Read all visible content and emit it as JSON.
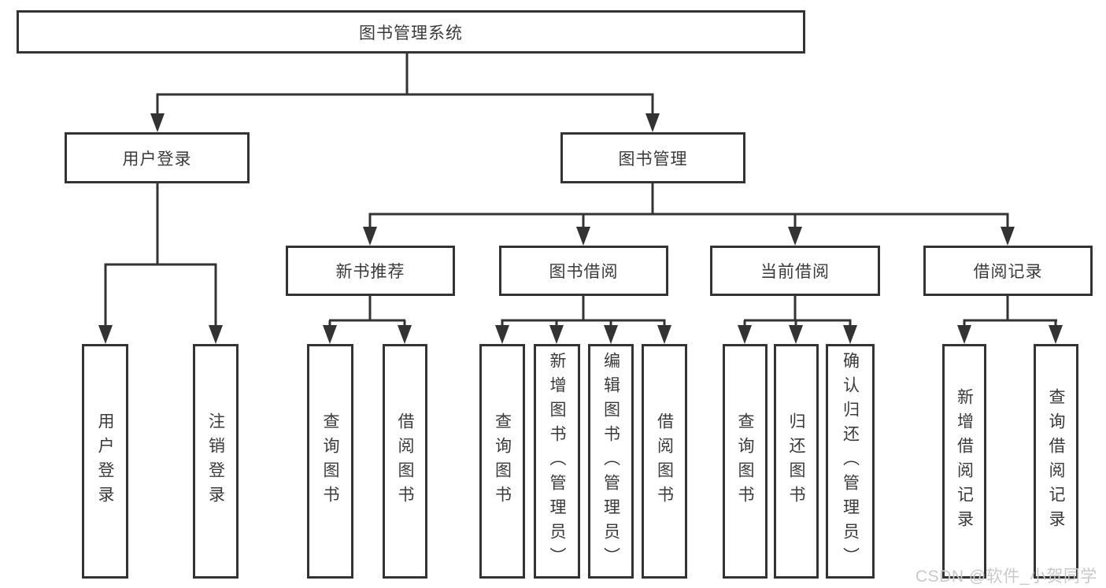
{
  "colors": {
    "line": "#333333",
    "text": "#3a3a3a",
    "watermark": "#c9c9c9",
    "bg": "#ffffff"
  },
  "tree": {
    "root": {
      "label": "图书管理系统"
    },
    "branches": [
      {
        "label": "用户登录",
        "children": [
          {
            "label": "用户登录"
          },
          {
            "label": "注销登录"
          }
        ]
      },
      {
        "label": "图书管理",
        "children": [
          {
            "label": "新书推荐",
            "children": [
              {
                "label": "查询图书"
              },
              {
                "label": "借阅图书"
              }
            ]
          },
          {
            "label": "图书借阅",
            "children": [
              {
                "label": "查询图书"
              },
              {
                "label": "新增图书（管理员）"
              },
              {
                "label": "编辑图书（管理员）"
              },
              {
                "label": "借阅图书"
              }
            ]
          },
          {
            "label": "当前借阅",
            "children": [
              {
                "label": "查询图书"
              },
              {
                "label": "归还图书"
              },
              {
                "label": "确认归还（管理员）"
              }
            ]
          },
          {
            "label": "借阅记录",
            "children": [
              {
                "label": "新增借阅记录"
              },
              {
                "label": "查询借阅记录"
              }
            ]
          }
        ]
      }
    ]
  },
  "watermark": {
    "text": "CSDN @软件_小贺同学"
  }
}
